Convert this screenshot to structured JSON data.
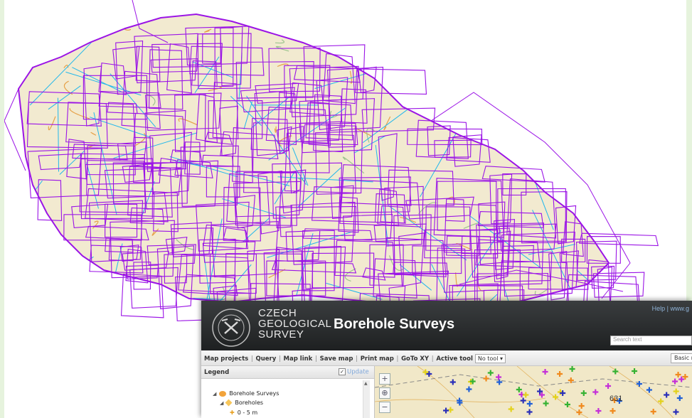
{
  "app": {
    "org_lines": [
      "CZECH",
      "GEOLOGICAL",
      "SURVEY"
    ],
    "title": "Borehole Surveys",
    "top_links": "Help | www.g",
    "search_placeholder": "Search text"
  },
  "toolbar": {
    "map_projects": "Map projects",
    "query": "Query",
    "map_link": "Map link",
    "save_map": "Save map",
    "print_map": "Print map",
    "goto_xy": "GoTo XY",
    "active_tool": "Active tool",
    "tool_value": "No tool",
    "basemap": "Basic r"
  },
  "legend": {
    "title": "Legend",
    "update_label": "Update",
    "items": [
      {
        "label": "Borehole Surveys"
      },
      {
        "label": "Boreholes"
      },
      {
        "label": "0 - 5 m"
      }
    ]
  },
  "map": {
    "depth_label": "631"
  },
  "colors": {
    "survey_lines": "#9b14e6",
    "borehole_lines": "#21b7ec",
    "header_bg": "#2b2d2e",
    "frame": "#e6f3dd"
  }
}
